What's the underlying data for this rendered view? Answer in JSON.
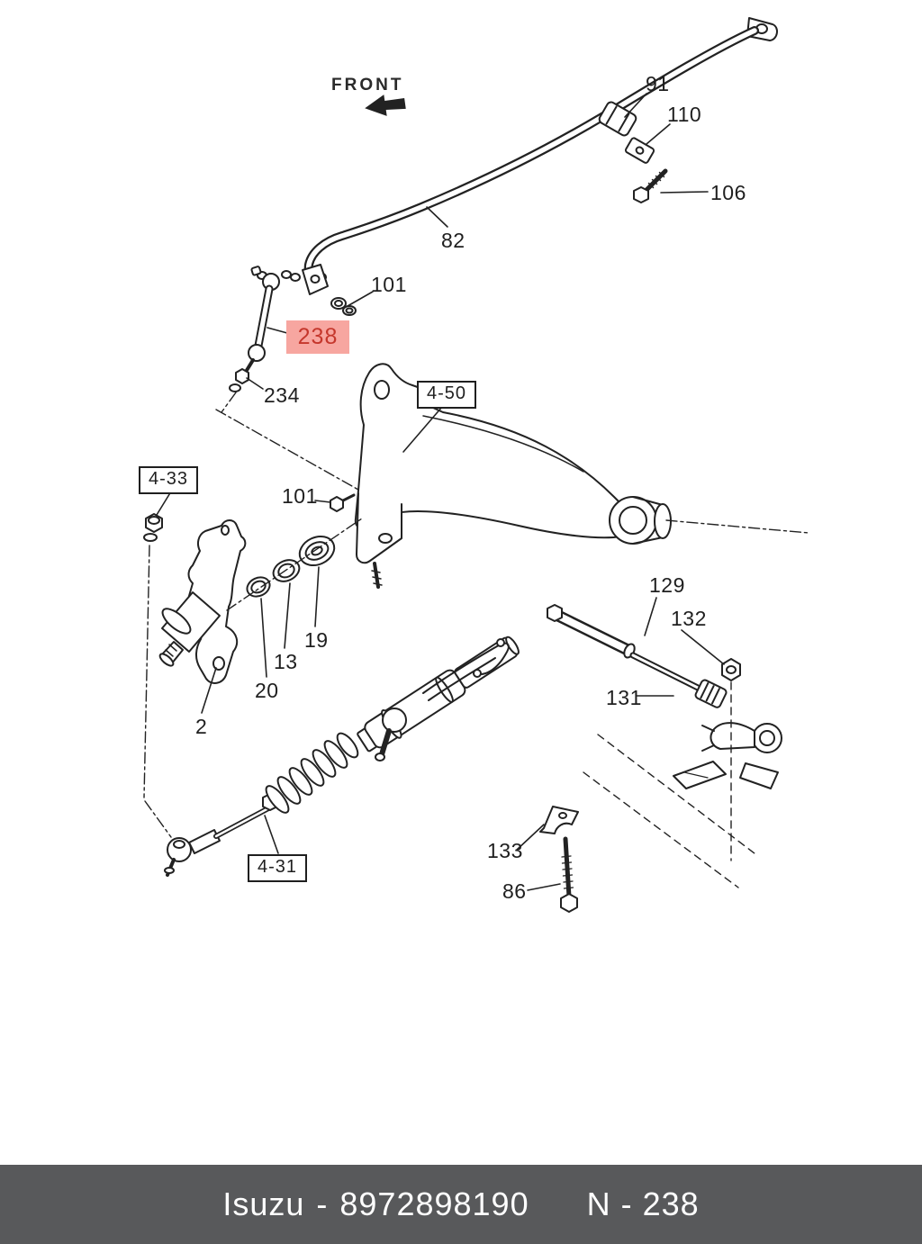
{
  "diagram": {
    "front_label": "FRONT",
    "highlighted_part": "238",
    "labels": {
      "p91": "91",
      "p110": "110",
      "p106": "106",
      "p82": "82",
      "p101a": "101",
      "p238": "238",
      "p234": "234",
      "p101b": "101",
      "p19": "19",
      "p13": "13",
      "p20": "20",
      "p2": "2",
      "p129": "129",
      "p132": "132",
      "p131": "131",
      "p133": "133",
      "p86": "86"
    },
    "boxed_labels": {
      "b450": "4-50",
      "b433": "4-33",
      "b431": "4-31"
    },
    "icons": {
      "front_arrow": "left-arrow"
    }
  },
  "footer": {
    "brand": "Isuzu",
    "separator": "-",
    "part_number": "8972898190",
    "reference": "N - 238"
  },
  "colors": {
    "highlight_bg": "#f7a6a0",
    "highlight_text": "#c5372c",
    "footer_bg": "#58595b",
    "footer_text": "#ffffff",
    "line": "#222222"
  }
}
